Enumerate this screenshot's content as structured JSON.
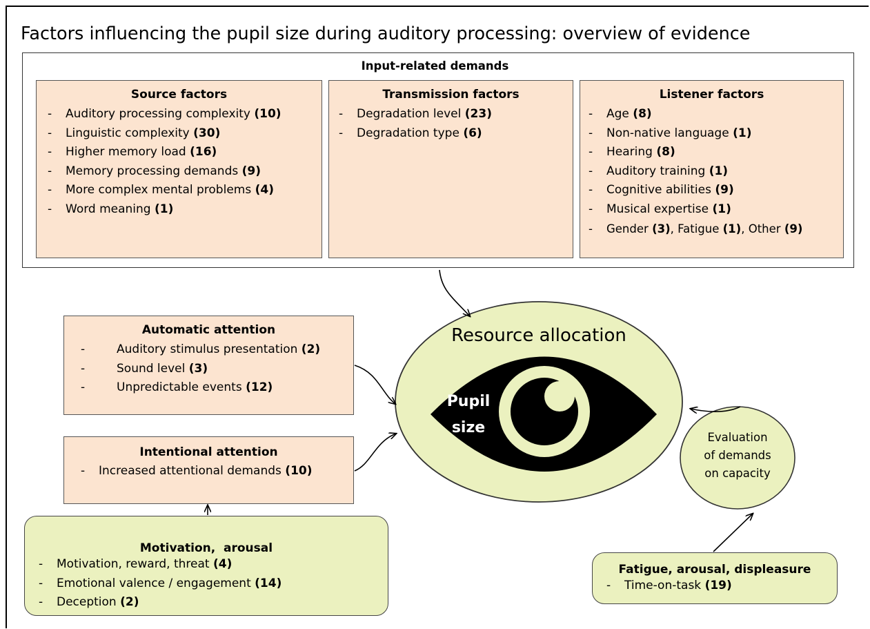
{
  "title": "Factors influencing the pupil size during auditory processing: overview of evidence",
  "input_demands": {
    "heading": "Input-related demands",
    "source": {
      "heading": "Source factors",
      "items": [
        {
          "label": "Auditory processing complexity",
          "count": "(10)"
        },
        {
          "label": "Linguistic complexity",
          "count": "(30)"
        },
        {
          "label": "Higher memory load",
          "count": "(16)"
        },
        {
          "label": "Memory processing demands",
          "count": "(9)"
        },
        {
          "label": "More complex mental problems",
          "count": "(4)"
        },
        {
          "label": "Word meaning",
          "count": "(1)"
        }
      ]
    },
    "transmission": {
      "heading": "Transmission factors",
      "items": [
        {
          "label": "Degradation level",
          "count": "(23)"
        },
        {
          "label": "Degradation type",
          "count": "(6)"
        }
      ]
    },
    "listener": {
      "heading": "Listener factors",
      "items": [
        {
          "label": "Age",
          "count": "(8)"
        },
        {
          "label": "Non-native language",
          "count": "(1)"
        },
        {
          "label": "Hearing",
          "count": "(8)"
        },
        {
          "label": "Auditory training",
          "count": "(1)"
        },
        {
          "label": "Cognitive abilities",
          "count": "(9)"
        },
        {
          "label": "Musical expertise",
          "count": "(1)"
        }
      ],
      "last_line": {
        "a_label": "Gender",
        "a_count": "(3)",
        "b_label": "Fatigue",
        "b_count": "(1)",
        "c_label": "Other",
        "c_count": "(9)"
      }
    }
  },
  "automatic_attention": {
    "heading": "Automatic attention",
    "items": [
      {
        "label": "Auditory stimulus presentation",
        "count": "(2)"
      },
      {
        "label": "Sound level",
        "count": "(3)"
      },
      {
        "label": "Unpredictable events",
        "count": "(12)"
      }
    ]
  },
  "intentional_attention": {
    "heading": "Intentional attention",
    "items": [
      {
        "label": "Increased attentional demands",
        "count": "(10)"
      }
    ]
  },
  "motivation": {
    "heading": "Motivation,  arousal",
    "items": [
      {
        "label": "Motivation, reward, threat",
        "count": "(4)"
      },
      {
        "label": "Emotional valence / engagement",
        "count": "(14)"
      },
      {
        "label": "Deception",
        "count": "(2)"
      }
    ]
  },
  "resource_allocation": {
    "heading": "Resource allocation",
    "pupil_line1": "Pupil",
    "pupil_line2": "size"
  },
  "evaluation": {
    "line1": "Evaluation",
    "line2": "of demands",
    "line3": "on capacity"
  },
  "fatigue": {
    "heading": "Fatigue, arousal, displeasure",
    "items": [
      {
        "label": "Time-on-task",
        "count": "(19)"
      }
    ]
  },
  "colors": {
    "peach": "#fce4d0",
    "green": "#ebf1bf",
    "eye": "#000000"
  },
  "icons": [
    "eye-icon"
  ]
}
